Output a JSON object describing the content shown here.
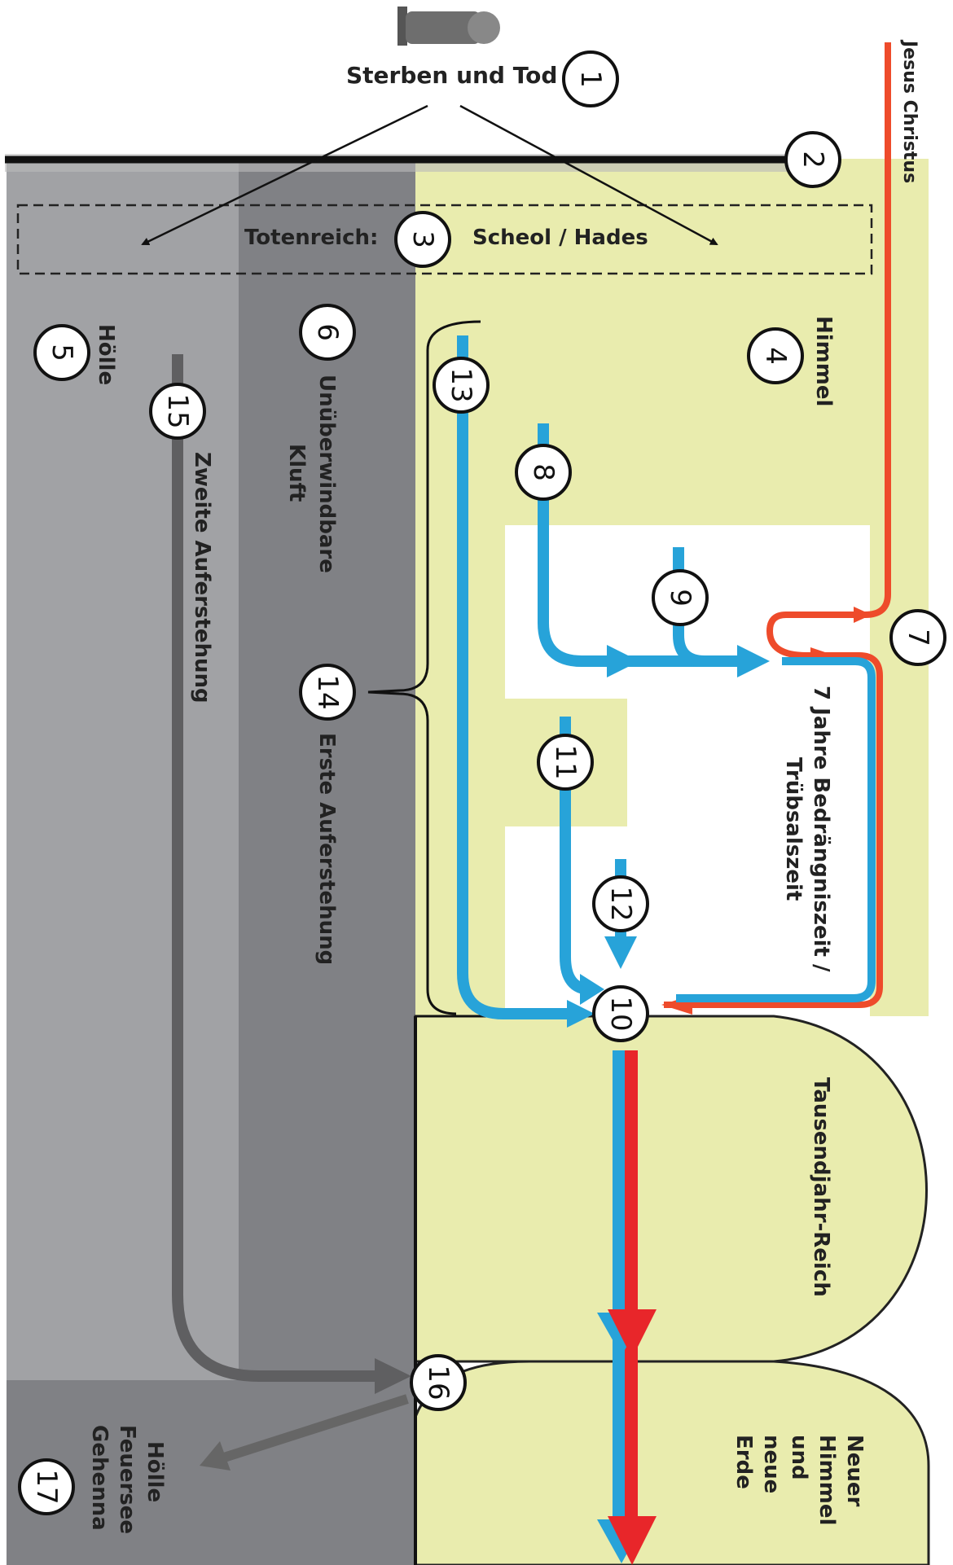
{
  "title": "Sterben und Tod",
  "markers": {
    "m1": "1",
    "m2": "2",
    "m3": "3",
    "m4": "4",
    "m5": "5",
    "m6": "6",
    "m7": "7",
    "m8": "8",
    "m9": "9",
    "m10": "10",
    "m11": "11",
    "m12": "12",
    "m13": "13",
    "m14": "14",
    "m15": "15",
    "m16": "16",
    "m17": "17"
  },
  "labels": {
    "jesus": "Jesus Christus",
    "totenreich": "Totenreich:",
    "scheol": "Scheol / Hades",
    "himmel": "Himmel",
    "hoelle": "Hölle",
    "kluft_1": "Unüberwindbare",
    "kluft_2": "Kluft",
    "zweite": "Zweite Auferstehung",
    "erste": "Erste Auferstehung",
    "trueb_1": "7 Jahre Bedrängniszeit /",
    "trueb_2": "Trübsalszeit",
    "tausend": "Tausendjahr-Reich",
    "neu_1": "Neuer",
    "neu_2": "Himmel",
    "neu_3": "und",
    "neu_4": "neue",
    "neu_5": "Erde",
    "feuer_1": "Hölle",
    "feuer_2": "Feuersee",
    "feuer_3": "Gehenna"
  },
  "colors": {
    "himmel": "#e9ecae",
    "hoelle_light": "#a1a2a5",
    "hoelle_mid": "#808185",
    "jesus_red": "#ee4b2b",
    "arrow_blue": "#27a3d9",
    "arrow_red": "#e8262a",
    "gray_arrow": "#666666"
  }
}
